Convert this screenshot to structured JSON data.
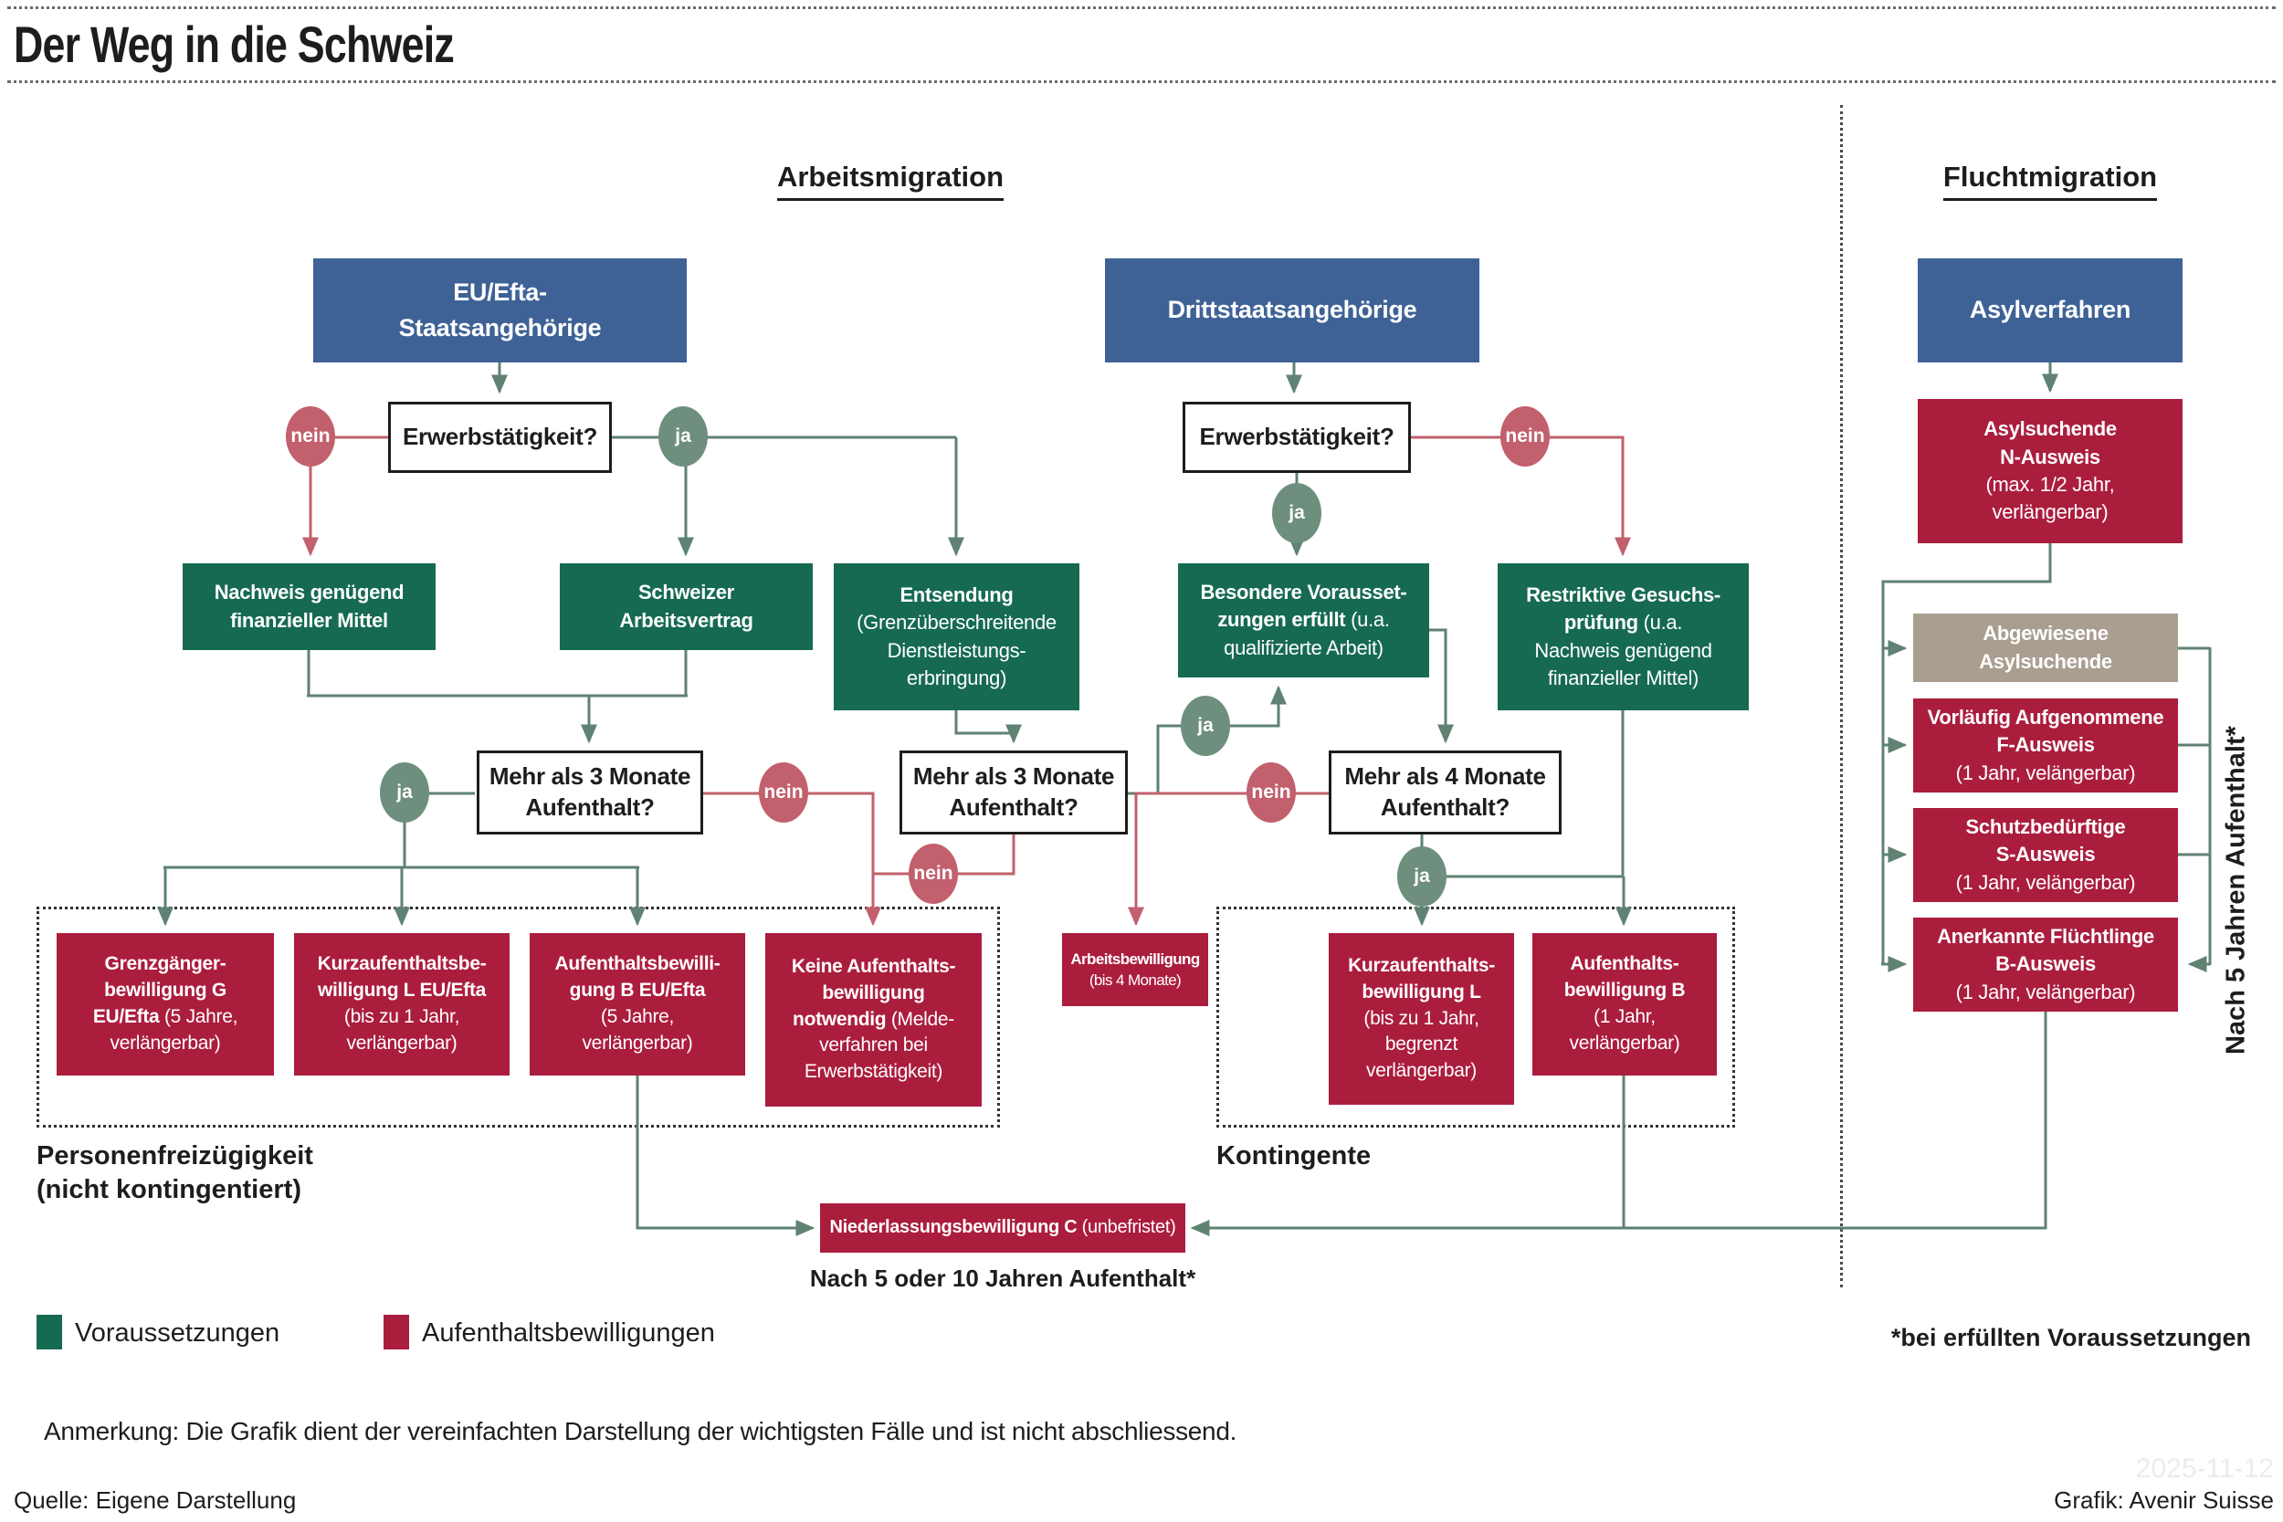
{
  "title": "Der Weg in die Schweiz",
  "sections": {
    "work": "Arbeitsmigration",
    "flight": "Fluchtmigration"
  },
  "labels": {
    "ja": "ja",
    "nein": "nein"
  },
  "nodes": {
    "eu_efta": {
      "title": "EU/Efta-\nStaatsangehörige"
    },
    "drittstaaten": {
      "title": "Drittstaatsangehörige"
    },
    "asylverfahren": {
      "title": "Asylverfahren"
    },
    "q_erwerb_eu": {
      "title": "Erwerbstätigkeit?"
    },
    "q_erwerb_dritt": {
      "title": "Erwerbstätigkeit?"
    },
    "q_3monate_eu": {
      "title": "Mehr als 3 Monate\nAufenthalt?"
    },
    "q_3monate_entsendung": {
      "title": "Mehr als 3 Monate\nAufenthalt?"
    },
    "q_4monate": {
      "title": "Mehr als 4 Monate\nAufenthalt?"
    },
    "nachweis_mittel": {
      "title": "Nachweis genügend\nfinanzieller Mittel"
    },
    "arbeitsvertrag": {
      "title": "Schweizer\nArbeitsvertrag"
    },
    "entsendung": {
      "title": "Entsendung",
      "sub": "\n(Grenzüberschreitende\nDienstleistungs-\nerbringung)"
    },
    "besondere": {
      "title": "Besondere Vorausset-\nzungen erfüllt",
      "sub": " (u.a.\nqualifizierte Arbeit)"
    },
    "restriktiv": {
      "title": "Restriktive Gesuchs-\nprüfung",
      "sub": " (u.a.\nNachweis genügend\nfinanzieller Mittel)"
    },
    "grenzgaenger": {
      "title": "Grenzgänger-\nbewilligung G\nEU/Efta",
      "sub": " (5 Jahre,\nverlängerbar)"
    },
    "kurz_eu": {
      "title": "Kurzaufenthaltsbe-\nwilligung L EU/Efta",
      "sub": "\n(bis zu 1 Jahr,\nverlängerbar)"
    },
    "aufenthalt_eu": {
      "title": "Aufenthaltsbewilli-\ngung B EU/Efta",
      "sub": "\n(5 Jahre,\nverlängerbar)"
    },
    "keine_bewilligung": {
      "title": "Keine Aufenthalts-\nbewilligung\nnotwendig",
      "sub": " (Melde-\nverfahren bei\nErwerbstätigkeit)"
    },
    "arbeitsbewilligung": {
      "title": "Arbeitsbewilligung",
      "sub": "\n(bis 4 Monate)"
    },
    "kurz_kontingent": {
      "title": "Kurzaufenthalts-\nbewilligung L",
      "sub": "\n(bis zu 1 Jahr,\nbegrenzt\nverlängerbar)"
    },
    "aufenthalt_kontingent": {
      "title": "Aufenthalts-\nbewilligung B",
      "sub": "\n(1 Jahr,\nverlängerbar)"
    },
    "niederlassung": {
      "title": "Niederlassungsbewilligung C",
      "sub": " (unbefristet)"
    },
    "n_ausweis": {
      "title": "Asylsuchende\nN-Ausweis",
      "sub": "\n(max. 1/2 Jahr,\nverlängerbar)"
    },
    "abgewiesene": {
      "title": "Abgewiesene\nAsylsuchende"
    },
    "f_ausweis": {
      "title": "Vorläufig Aufgenommene\nF-Ausweis",
      "sub": "\n(1 Jahr, velängerbar)"
    },
    "s_ausweis": {
      "title": "Schutzbedürftige\nS-Ausweis",
      "sub": "\n(1 Jahr, velängerbar)"
    },
    "b_ausweis": {
      "title": "Anerkannte Flüchtlinge\nB-Ausweis",
      "sub": "\n(1 Jahr, velängerbar)"
    }
  },
  "captions": {
    "freizuegigkeit": "Personenfreizügigkeit\n(nicht kontingentiert)",
    "kontingente": "Kontingente",
    "nach_5_oder_10": "Nach 5 oder 10 Jahren Aufenthalt*",
    "nach_5_vertikal": "Nach 5 Jahren Aufenthalt*",
    "fussnote": "*bei erfüllten Voraussetzungen"
  },
  "legend": {
    "voraussetzungen": "Voraussetzungen",
    "aufenthaltsbewilligungen": "Aufenthaltsbewilligungen"
  },
  "note": "Anmerkung: Die Grafik dient der vereinfachten Darstellung der wichtigsten Fälle und ist nicht abschliessend.",
  "footer": {
    "source": "Quelle: Eigene Darstellung",
    "credit": "Grafik: Avenir Suisse",
    "watermark": "2025-11-12"
  },
  "colors": {
    "blue": "#3e6296",
    "green_box": "#166a52",
    "red_box": "#ab1d3d",
    "taupe_box": "#a99e90",
    "green_line": "#5f8273",
    "red_line": "#c2606d",
    "green_circle": "#6e8f7e",
    "red_circle": "#c2606d",
    "text": "#1d1d1b"
  }
}
